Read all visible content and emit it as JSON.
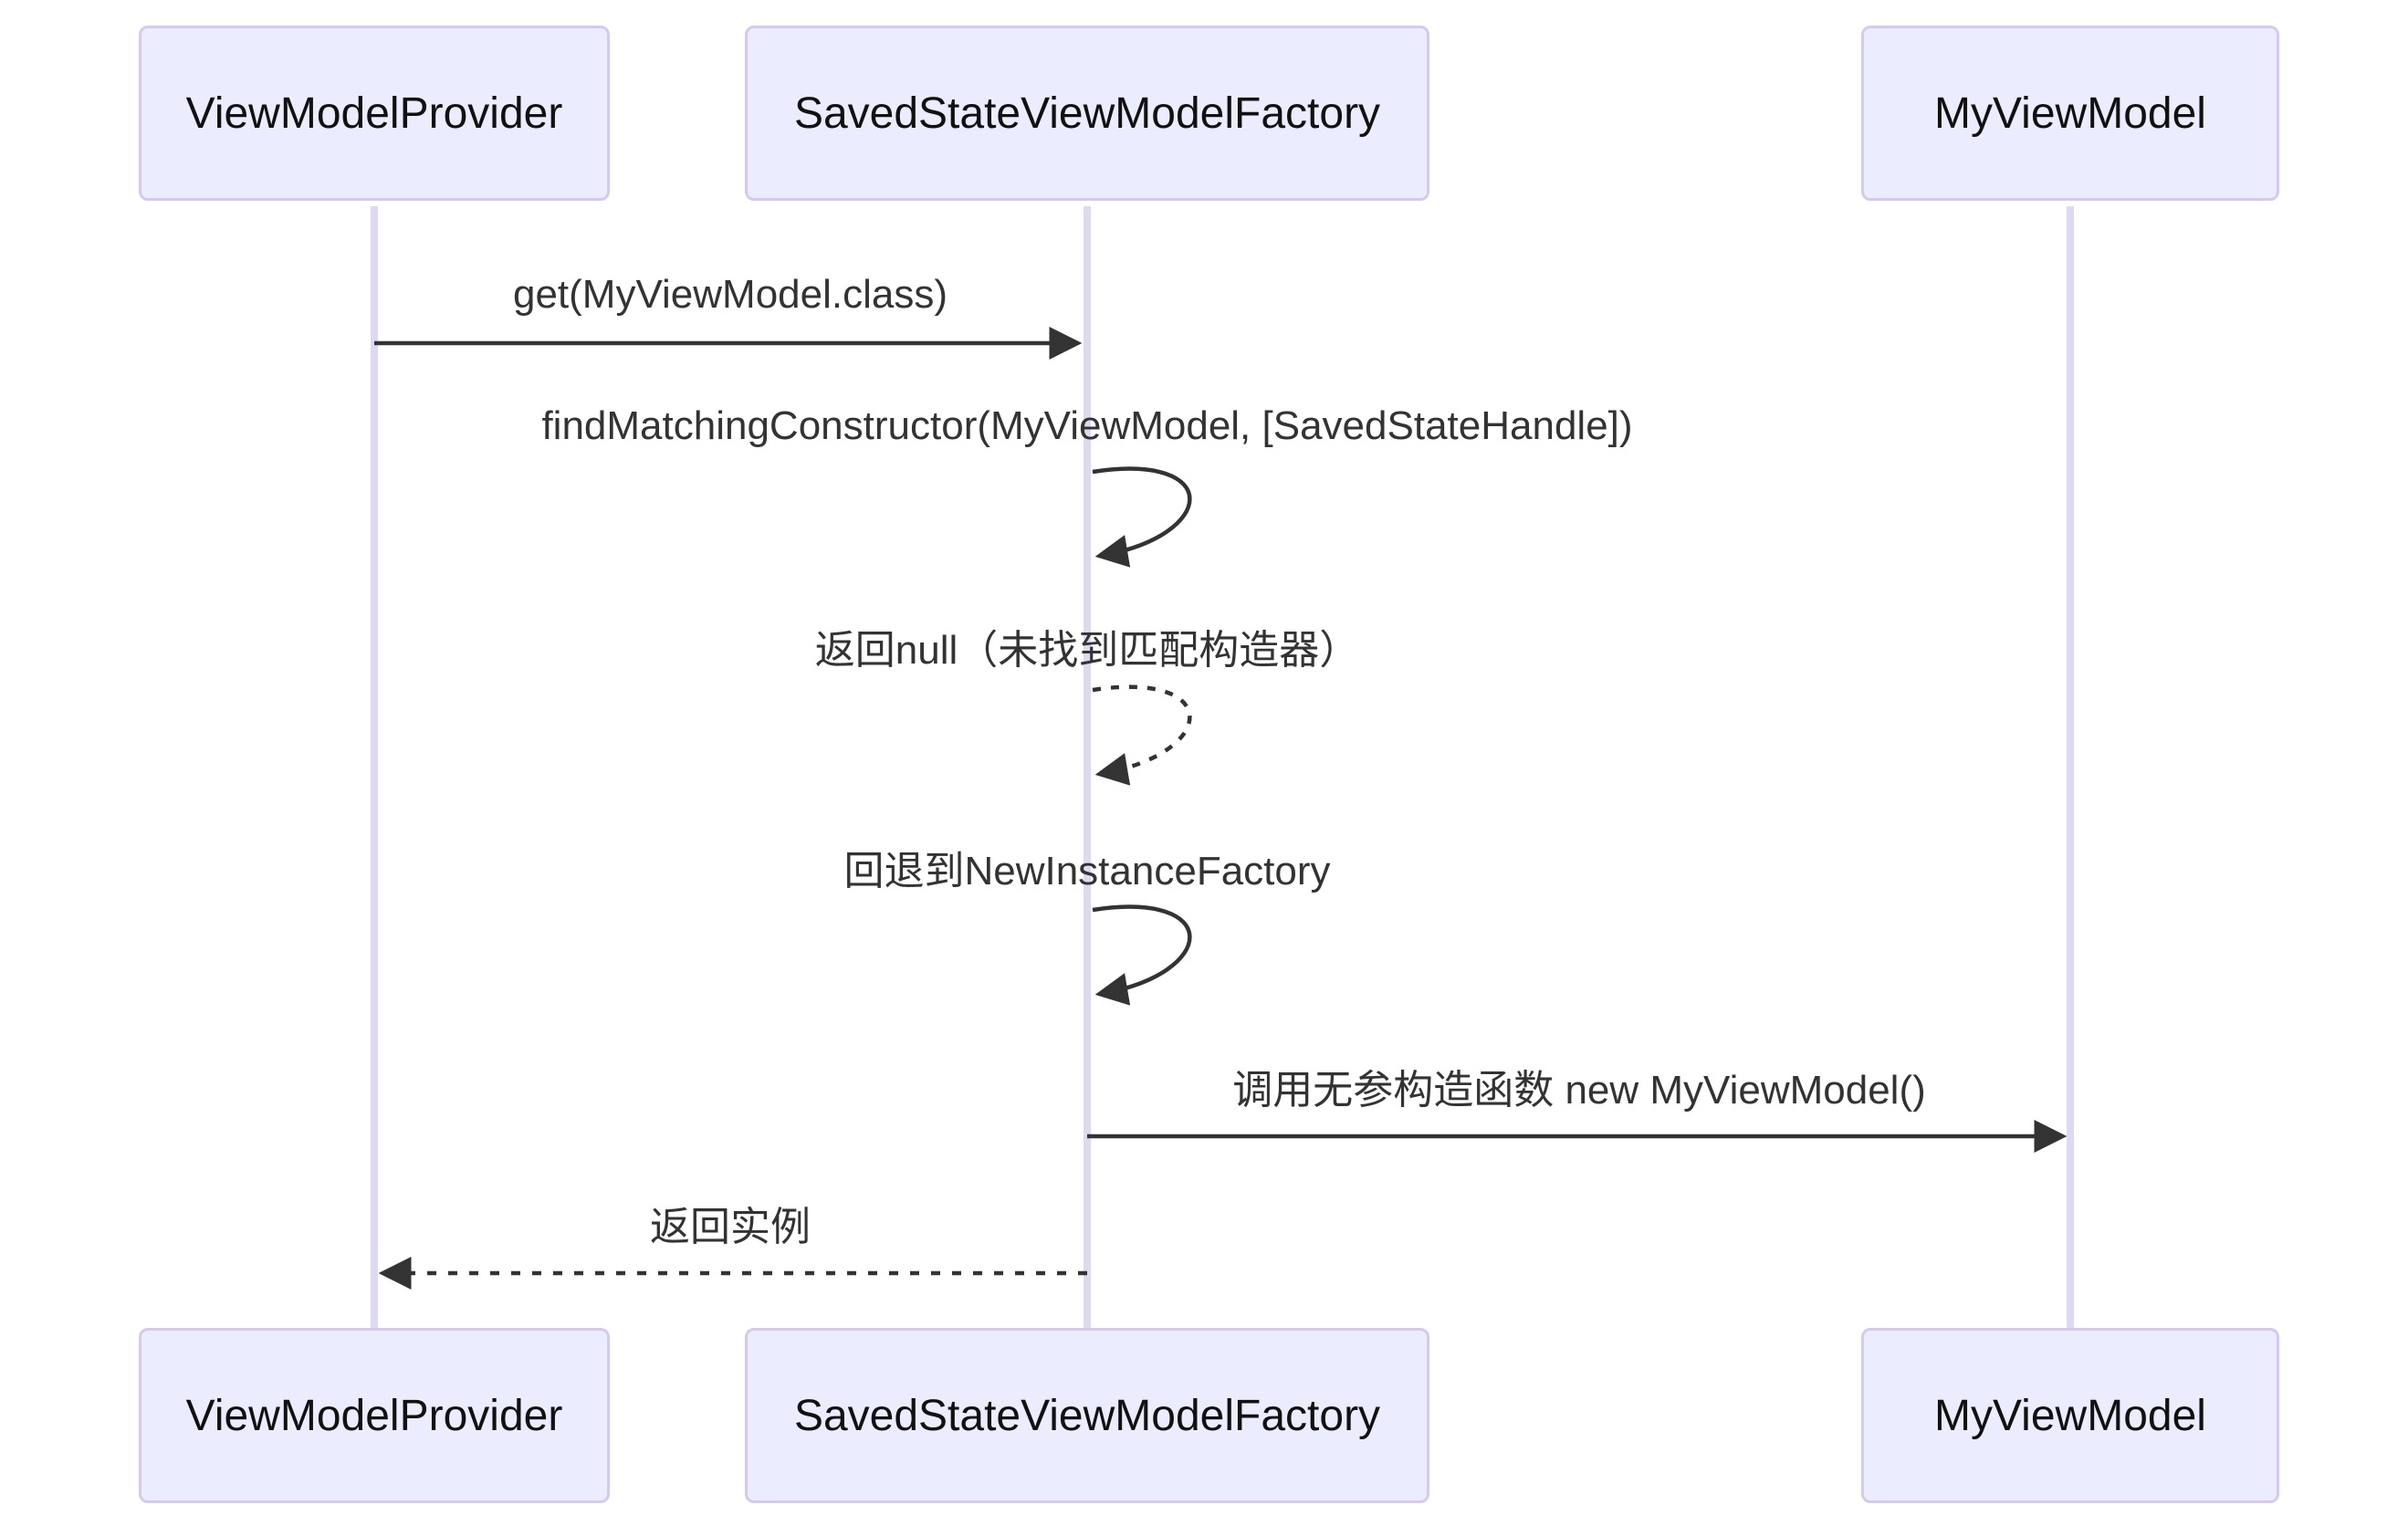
{
  "diagram": {
    "type": "sequence-diagram",
    "background_color": "#ffffff",
    "colors": {
      "actor_fill": "#ececff",
      "actor_border": "#d5caee",
      "lifeline": "#ded8f3",
      "arrow": "#333333",
      "text": "#333333"
    },
    "actors": [
      {
        "id": "vmp",
        "label": "ViewModelProvider"
      },
      {
        "id": "ssvmf",
        "label": "SavedStateViewModelFactory"
      },
      {
        "id": "mvm",
        "label": "MyViewModel"
      }
    ],
    "messages": [
      {
        "from": "vmp",
        "to": "ssvmf",
        "kind": "arrow",
        "line": "solid",
        "label": "get(MyViewModel.class)"
      },
      {
        "from": "ssvmf",
        "to": "ssvmf",
        "kind": "self",
        "line": "solid",
        "label": "findMatchingConstructor(MyViewModel, [SavedStateHandle])"
      },
      {
        "from": "ssvmf",
        "to": "ssvmf",
        "kind": "self",
        "line": "dashed",
        "label": "返回null（未找到匹配构造器）"
      },
      {
        "from": "ssvmf",
        "to": "ssvmf",
        "kind": "self",
        "line": "solid",
        "label": "回退到NewInstanceFactory"
      },
      {
        "from": "ssvmf",
        "to": "mvm",
        "kind": "arrow",
        "line": "solid",
        "label": "调用无参构造函数 new MyViewModel()"
      },
      {
        "from": "ssvmf",
        "to": "vmp",
        "kind": "arrow",
        "line": "dashed",
        "label": "返回实例"
      }
    ]
  }
}
